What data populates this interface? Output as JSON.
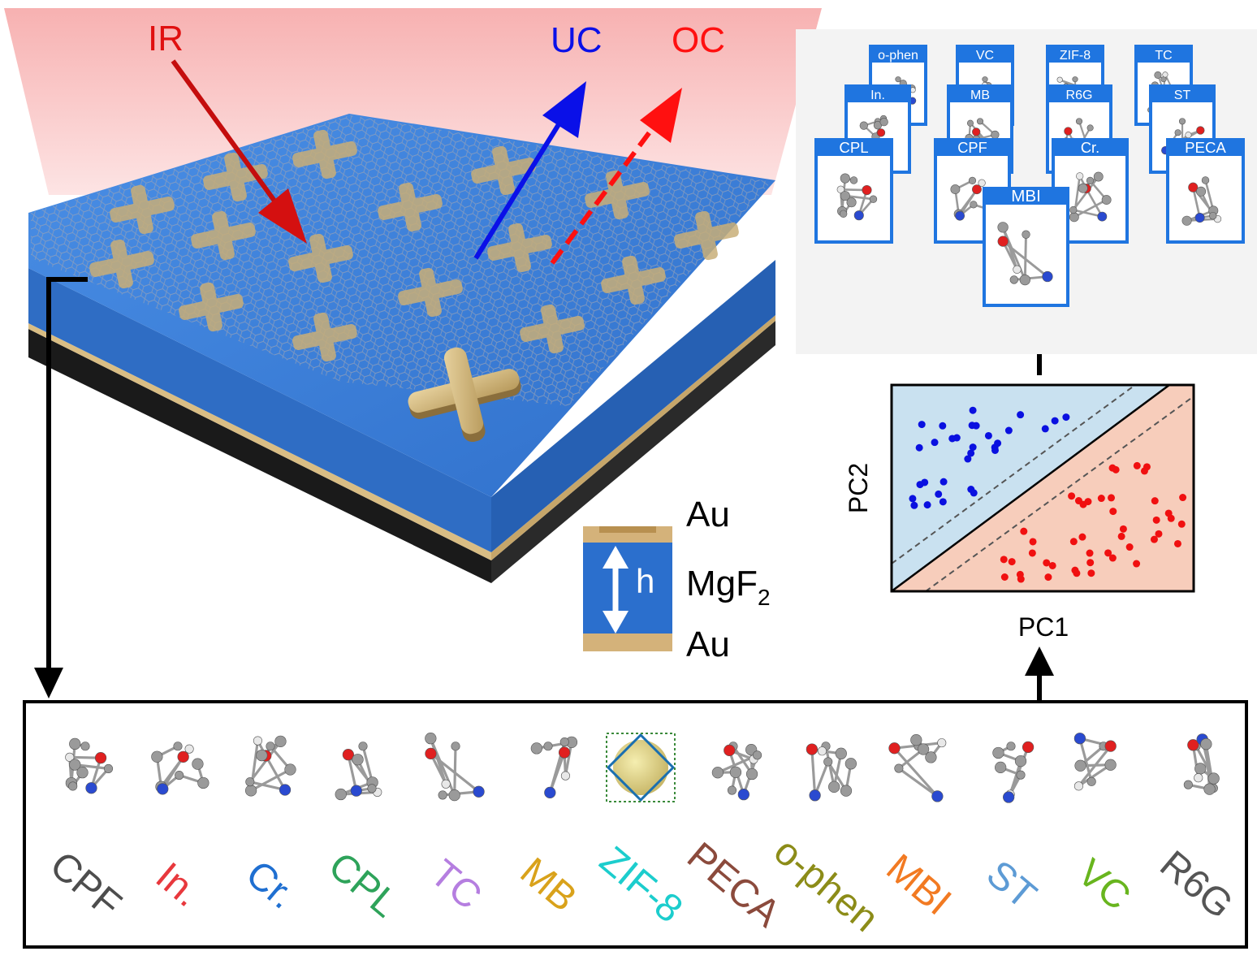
{
  "beams": {
    "ir_label": "IR",
    "uc_label": "UC",
    "oc_label": "OC"
  },
  "stack": {
    "top_label": "Au",
    "middle_label": "MgF",
    "middle_subscript": "2",
    "bottom_label": "Au",
    "thickness_label": "h"
  },
  "cards": [
    {
      "label": "o-phen"
    },
    {
      "label": "VC"
    },
    {
      "label": "ZIF-8"
    },
    {
      "label": "TC"
    },
    {
      "label": "In."
    },
    {
      "label": "MB"
    },
    {
      "label": "R6G"
    },
    {
      "label": "ST"
    },
    {
      "label": "CPL"
    },
    {
      "label": "CPF"
    },
    {
      "label": "Cr."
    },
    {
      "label": "PECA"
    },
    {
      "label": "MBI"
    }
  ],
  "pca": {
    "xlabel": "PC1",
    "ylabel": "PC2"
  },
  "molecules": [
    {
      "label": "CPF",
      "color": "#4d4d4d"
    },
    {
      "label": "In.",
      "color": "#e8383d"
    },
    {
      "label": "Cr.",
      "color": "#1f6fd1"
    },
    {
      "label": "CPL",
      "color": "#2ea35a"
    },
    {
      "label": "TC",
      "color": "#b57ee0"
    },
    {
      "label": "MB",
      "color": "#d9a21b"
    },
    {
      "label": "ZIF-8",
      "color": "#1ccdcd"
    },
    {
      "label": "PECA",
      "color": "#8b4a3c"
    },
    {
      "label": "o-phen",
      "color": "#8c8c18"
    },
    {
      "label": "MBI",
      "color": "#f27a22"
    },
    {
      "label": "ST",
      "color": "#5d9bd5"
    },
    {
      "label": "VC",
      "color": "#68b51e"
    },
    {
      "label": "R6G",
      "color": "#555555"
    }
  ],
  "colors": {
    "ir": "#e01010",
    "uc": "#0a10e8",
    "oc": "#ff1010",
    "dielectric": "#3b7fd9",
    "gold": "#d9bd84",
    "card_header": "#1f75e0",
    "class_blue": "#0a10e0",
    "class_red": "#f01010",
    "region_blue": "#c9e1f0",
    "region_red": "#f7cdbb"
  }
}
